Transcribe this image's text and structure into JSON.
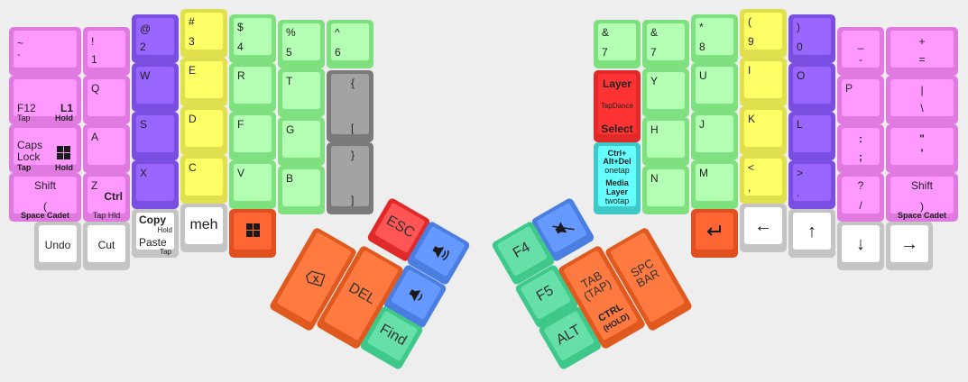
{
  "colors": {
    "pink": "#ff99ff",
    "purple": "#9966ff",
    "yellow": "#ffff66",
    "green": "#99ff99",
    "gray": "#999999",
    "white": "#ffffff",
    "orange": "#ff6633",
    "red": "#ff3333",
    "blue": "#6699ff",
    "teal": "#66ffcc",
    "cyan": "#66ffff"
  },
  "left": {
    "tilde": {
      "top": "~",
      "bottom": "`"
    },
    "k1": {
      "top": "!",
      "bottom": "1"
    },
    "k2": {
      "top": "@",
      "bottom": "2"
    },
    "k3": {
      "top": "#",
      "bottom": "3"
    },
    "k4": {
      "top": "$",
      "bottom": "4"
    },
    "k5": {
      "top": "%",
      "bottom": "5"
    },
    "k6": {
      "top": "^",
      "bottom": "6"
    },
    "f12": {
      "main": "F12",
      "layer": "L1",
      "tap": "Tap",
      "hold": "Hold"
    },
    "q": "Q",
    "w": "W",
    "e": "E",
    "r": "R",
    "t": "T",
    "lbrace": {
      "top": "{",
      "bottom": "["
    },
    "caps": {
      "line1": "Caps",
      "line2": "Lock",
      "tap": "Tap",
      "hold": "Hold"
    },
    "a": "A",
    "s": "S",
    "d": "D",
    "f": "F",
    "g": "G",
    "shift": {
      "top": "Shift",
      "bottom": "(",
      "note": "Space Cadet"
    },
    "z": {
      "main": "Z",
      "mod": "Ctrl",
      "note": "Tap Hld"
    },
    "x": "X",
    "c": "C",
    "v": "V",
    "b": "B",
    "rbrace": {
      "top": "}",
      "bottom": "]"
    },
    "undo": "Undo",
    "cut": "Cut",
    "copypaste": {
      "copy": "Copy",
      "hold": "Hold",
      "paste": "Paste",
      "tap": "Tap"
    },
    "meh": "meh"
  },
  "right": {
    "k7a": {
      "top": "&",
      "bottom": "7"
    },
    "k7b": {
      "top": "&",
      "bottom": "7"
    },
    "k8": {
      "top": "*",
      "bottom": "8"
    },
    "k9": {
      "top": "(",
      "bottom": "9"
    },
    "k0": {
      "top": ")",
      "bottom": "0"
    },
    "minus": {
      "top": "_",
      "bottom": "-"
    },
    "equal": {
      "top": "+",
      "bottom": "="
    },
    "layer": {
      "top": "Layer",
      "mid": "TapDance",
      "bottom": "Select"
    },
    "y": "Y",
    "u": "U",
    "i": "I",
    "o": "O",
    "p": "P",
    "pipe": {
      "top": "|",
      "bottom": "\\"
    },
    "h": "H",
    "j": "J",
    "k": "K",
    "l": "L",
    "semi": {
      "top": ":",
      "bottom": ";"
    },
    "quote": {
      "top": "\"",
      "bottom": "'"
    },
    "ctrlaltdel": {
      "l1": "Ctrl+",
      "l2": "Alt+Del",
      "l3": "onetap",
      "l4": "Media",
      "l5": "Layer",
      "l6": "twotap"
    },
    "n": "N",
    "m": "M",
    "lt": {
      "top": "<",
      "bottom": ","
    },
    "gt": {
      "top": ">",
      "bottom": "."
    },
    "slash": {
      "top": "?",
      "bottom": "/"
    },
    "shift": {
      "top": "Shift",
      "bottom": ")",
      "note": "Space Cadet"
    },
    "arrows": {
      "left": "←",
      "up": "↑",
      "down": "↓",
      "right": "→"
    }
  },
  "thumbs": {
    "esc": "ESC",
    "del": "DEL",
    "find": "Find",
    "f4": "F4",
    "f5": "F5",
    "alt": "ALT",
    "tab": {
      "l1": "TAB",
      "l2": "(TAP)",
      "l3": "CTRL",
      "l4": "(HOLD)"
    },
    "space": {
      "l1": "SPC",
      "l2": "BAR"
    }
  }
}
